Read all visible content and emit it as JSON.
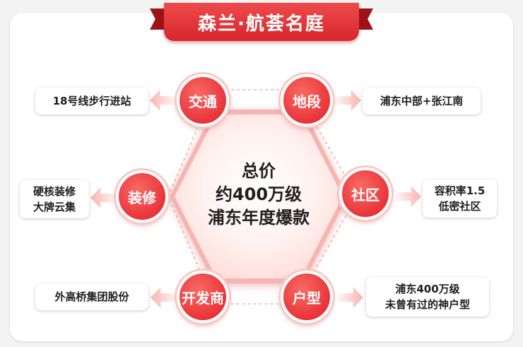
{
  "title": "森兰·航荟名庭",
  "center": {
    "line1": "总价",
    "line2": "约400万级",
    "line3": "浦东年度爆款"
  },
  "features": [
    {
      "key": "交通",
      "desc": [
        "18号线步行进站"
      ]
    },
    {
      "key": "地段",
      "desc": [
        "浦东中部+张江南"
      ]
    },
    {
      "key": "装修",
      "desc": [
        "硬核装修",
        "大牌云集"
      ]
    },
    {
      "key": "社区",
      "desc": [
        "容积率1.5",
        "低密社区"
      ]
    },
    {
      "key": "开发商",
      "desc": [
        "外高桥集团股份"
      ]
    },
    {
      "key": "户型",
      "desc": [
        "浦东400万级",
        "未曾有过的神户型"
      ]
    }
  ],
  "colors": {
    "accent": "#e9343a",
    "dark_red": "#9e1319",
    "pale_red": "#f6b5b0",
    "dot": "#ee6a1e"
  }
}
